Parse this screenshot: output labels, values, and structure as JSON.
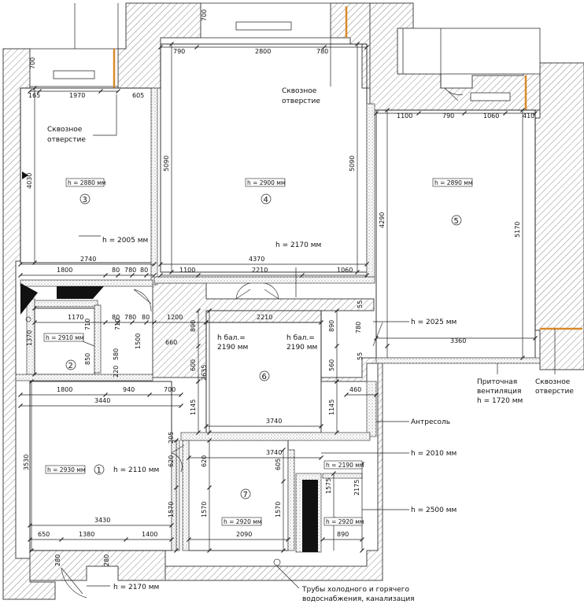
{
  "rooms": [
    {
      "num": "1",
      "height": "h = 2930 мм"
    },
    {
      "num": "2",
      "height": "h = 2910 мм"
    },
    {
      "num": "3",
      "height": "h = 2880 мм"
    },
    {
      "num": "4",
      "height": "h = 2900 мм"
    },
    {
      "num": "5",
      "height": "h = 2890 мм"
    },
    {
      "num": "6",
      "height": ""
    },
    {
      "num": "7",
      "height": "h = 2920 мм"
    }
  ],
  "extra_heights": {
    "h7b": "h = 2920 мм",
    "h_small": "h = 2190 мм"
  },
  "openings": [
    "h = 2005 мм",
    "h = 2170 мм",
    "h = 2025 мм",
    "h = 2110 мм",
    "h = 2010 мм",
    "h = 2500 мм",
    "h = 2170 мм"
  ],
  "notes": {
    "through_hole_1": [
      "Сквозное",
      "отверстие"
    ],
    "through_hole_2": [
      "Сквозное",
      "отверстие"
    ],
    "through_hole_3": [
      "Сквозное",
      "отверстие"
    ],
    "vent": [
      "Приточная",
      "вентиляция",
      "h = 1720 мм"
    ],
    "mezzanine": "Антресоль",
    "pipes": [
      "Трубы холодного и горячего",
      "водоснабжения, канализация"
    ],
    "balcony_a": [
      "h бал.=",
      "2190 мм"
    ],
    "balcony_b": [
      "h бал.=",
      "2190 мм"
    ]
  },
  "dims": {
    "top_700": "700",
    "r3_700": "700",
    "r3_165": "165",
    "r3_1970": "1970",
    "r3_605": "605",
    "r3_4030": "4030",
    "r3_2740": "2740",
    "r4_790": "790",
    "r4_2800": "2800",
    "r4_780": "780",
    "r4_5090a": "5090",
    "r4_5090b": "5090",
    "r4_4370": "4370",
    "r4_1100": "1100",
    "r4_2210": "2210",
    "r4_1060": "1060",
    "r5_1100": "1100",
    "r5_790": "790",
    "r5_1060": "1060",
    "r5_410": "410",
    "r5_4290": "4290",
    "r5_5170": "5170",
    "r5_3360": "3360",
    "c_1800": "1800",
    "c_80a": "80",
    "c_780a": "780",
    "c_80b": "80",
    "c_1170": "1170",
    "c_80c": "80",
    "c_780b": "780",
    "c_80d": "80",
    "c_1200": "1200",
    "c_2210": "2210",
    "r2_1370": "1370",
    "r2_710a": "710",
    "r2_710b": "710",
    "r2_850": "850",
    "r2_580": "580",
    "r2_220": "220",
    "r2_1500": "1500",
    "r2_660": "660",
    "r6_890a": "890",
    "r6_890b": "890",
    "r6_600": "600",
    "r6_2635": "2635",
    "r6_560": "560",
    "r6_780": "780",
    "r6_55a": "55",
    "r6_55b": "55",
    "b_1800": "1800",
    "b_940": "940",
    "b_700": "700",
    "b_460": "460",
    "b_3440": "3440",
    "b_1145a": "1145",
    "b_1145b": "1145",
    "b_3740a": "3740",
    "b_205": "205",
    "b_3740b": "3740",
    "r1_3530": "3530",
    "r1_620a": "620",
    "r1_620b": "620",
    "r1_3430": "3430",
    "r1_1570a": "1570",
    "r1_1570b": "1570",
    "r1_1570c": "1570",
    "r1_650": "650",
    "r1_1380": "1380",
    "r1_1400": "1400",
    "r7_2090": "2090",
    "r7_605": "605",
    "r7_1575": "1575",
    "r7_2175": "2175",
    "r7_890": "890",
    "r1_280a": "280",
    "r1_280b": "280"
  },
  "colors": {
    "wall": "#bdbdbd",
    "door_accent": "#d98a2b"
  }
}
